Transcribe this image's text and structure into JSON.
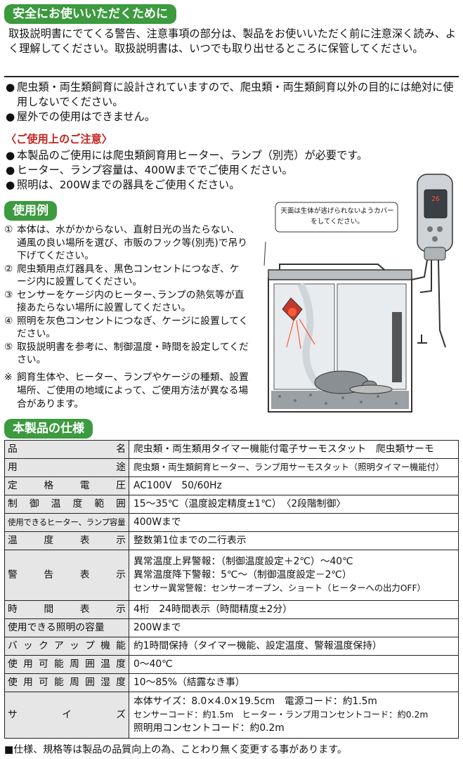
{
  "header": {
    "safety_title": "安全にお使いいただくために"
  },
  "intro": "取扱説明書にでてくる警告、注意事項の部分は、製品をお使いいただく前に注意深く読み、よく理解してください。取扱説明書は、いつでも取り出せるところに保管してください。",
  "bullets_top": [
    "爬虫類・両生類飼育に設計されていますので、爬虫類・両生類飼育以外の目的には絶対に使用しないでください。",
    "屋外での使用はできません。"
  ],
  "caution": {
    "title": "〈ご使用上のご注意〉",
    "items": [
      "本製品のご使用には爬虫類飼育用ヒーター、ランプ（別売）が必要です。",
      "ヒーター、ランプ容量は、400Wまででご使用ください。",
      "照明は、200Wまでの器具をご使用ください。"
    ]
  },
  "usage": {
    "title": "使用例",
    "steps": [
      {
        "num": "①",
        "text": "本体は、水がかからない、直射日光の当たらない、通風の良い場所を選び、市販のフック等(別売)で吊り下げてください。"
      },
      {
        "num": "②",
        "text": "爬虫類用点灯器具を、黒色コンセントにつなぎ、ケージ内に設置してください。"
      },
      {
        "num": "③",
        "text": "センサーをケージ内のヒーター､ランプの熱気等が直接あたらない場所に設置してください。"
      },
      {
        "num": "④",
        "text": "照明を灰色コンセントにつなぎ、ケージに設置してください。"
      },
      {
        "num": "⑤",
        "text": "取扱説明書を参考に、制御温度・時間を設定してください。"
      }
    ],
    "note_mark": "※",
    "note": "飼育生体や、ヒーター、ランプやケージの種類、設置場所、ご使用の地域によって、ご使用方法が異なる場合があります。",
    "callout": "天面は生体が逃げられないようカバーをしてください。",
    "display_reading": "26"
  },
  "spec": {
    "title": "本製品の仕様",
    "rows": [
      {
        "label": "品名",
        "lines": [
          "爬虫類・両生類用タイマー機能付電子サーモスタット　爬虫類サーモ"
        ]
      },
      {
        "label": "用途",
        "lines": [
          "爬虫類・両生類飼育ヒーター、ランプ用サーモスタット（照明タイマー機能付）"
        ]
      },
      {
        "label": "定格電圧",
        "lines": [
          "AC100V　50/60Hz"
        ]
      },
      {
        "label": "制御温度範囲",
        "lines": [
          "15～35℃（温度設定精度±1℃）　〈2段階制御〉"
        ]
      },
      {
        "label": "使用できるヒーター、ランプ容量",
        "lines": [
          "400Wまで"
        ]
      },
      {
        "label": "温度表示",
        "lines": [
          "整数第1位までの二行表示"
        ]
      },
      {
        "label": "警告表示",
        "lines": [
          "異常温度上昇警報：（制御温度設定＋2℃）～40℃",
          "異常温度降下警報：5℃～（制御温度設定－2℃）",
          "センサー異常警報：センサーオープン、ショート（ヒーターへの出力OFF）"
        ]
      },
      {
        "label": "時間表示",
        "lines": [
          "4桁　24時間表示（時間精度±2分）"
        ]
      },
      {
        "label": "使用できる照明の容量",
        "lines": [
          "200Wまで"
        ]
      },
      {
        "label": "バックアップ機能",
        "lines": [
          "約1時間保持（タイマー機能、設定温度、警報温度保持）"
        ]
      },
      {
        "label": "使用可能周囲温度",
        "lines": [
          "0～40℃"
        ]
      },
      {
        "label": "使用可能周囲湿度",
        "lines": [
          "10～85%（結露なき事）"
        ]
      },
      {
        "label": "サイズ",
        "lines": [
          "本体サイズ：8.0×4.0×19.5cm　電源コード：約1.5m",
          "センサーコード：約1.5m　ヒーター・ランプ用コンセントコード：約0.2m",
          "照明用コンセントコード：約0.2m"
        ]
      }
    ]
  },
  "footer": "■仕様、規格等は製品の品質向上の為、ことわり無く変更する事があります。"
}
